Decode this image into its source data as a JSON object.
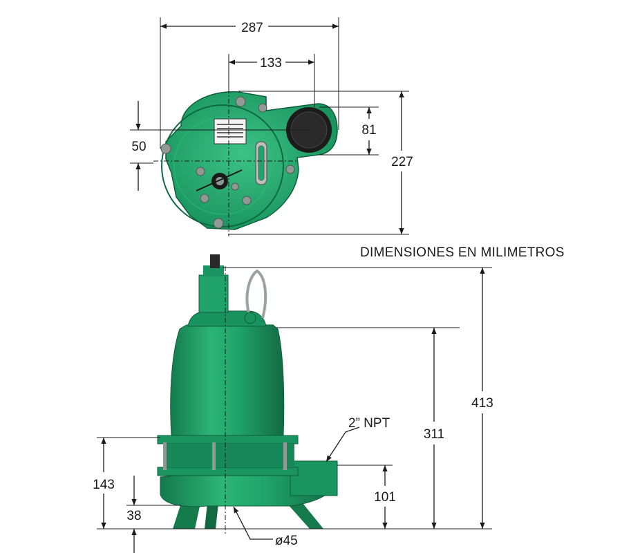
{
  "units_note": "DIMENSIONES EN MILIMETROS",
  "top_view": {
    "overall_width": "287",
    "center_to_discharge": "133",
    "discharge_height": "81",
    "overall_depth": "227",
    "center_offset": "50"
  },
  "front_view": {
    "overall_height": "413",
    "motor_housing_height": "311",
    "flange_height": "143",
    "discharge_height": "101",
    "base_height": "38",
    "discharge_size": "2” NPT",
    "inlet_diameter": "ø45"
  },
  "colors": {
    "pump_green": "#1fa36a",
    "pump_dark": "#157a4c",
    "pump_light": "#43c489",
    "cap_black": "#1b1b1b",
    "bolt_gray": "#8f9a94",
    "line": "#1a1a1a"
  }
}
